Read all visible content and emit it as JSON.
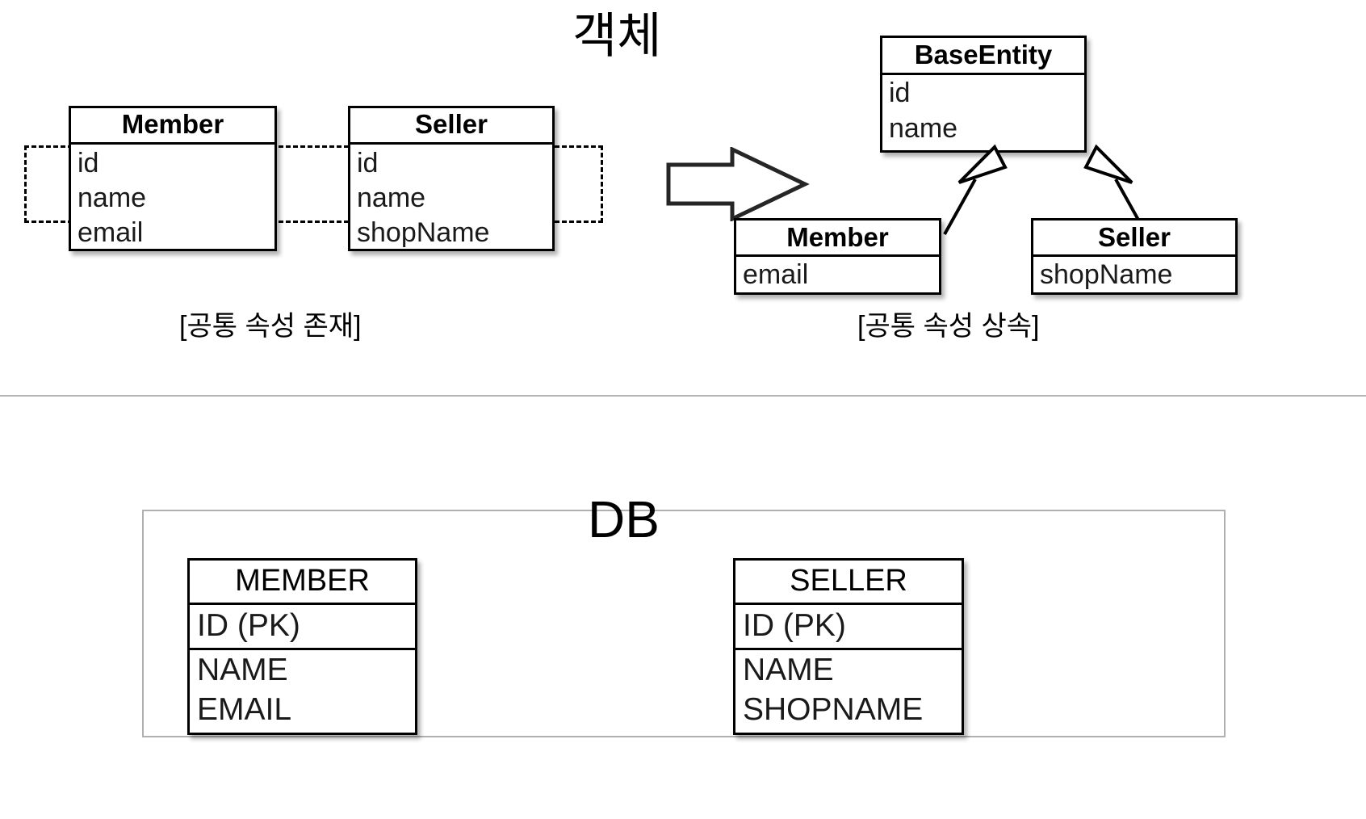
{
  "object_section": {
    "title": "객체",
    "before": {
      "caption": "[공통 속성 존재]",
      "classes": [
        {
          "name": "Member",
          "attributes": [
            "id",
            "name",
            "email"
          ]
        },
        {
          "name": "Seller",
          "attributes": [
            "id",
            "name",
            "shopName"
          ]
        }
      ],
      "highlight_note": "id, name"
    },
    "after": {
      "caption": "[공통 속성 상속]",
      "parent": {
        "name": "BaseEntity",
        "attributes": [
          "id",
          "name"
        ]
      },
      "children": [
        {
          "name": "Member",
          "attributes": [
            "email"
          ]
        },
        {
          "name": "Seller",
          "attributes": [
            "shopName"
          ]
        }
      ]
    },
    "arrow_label": "transform-arrow"
  },
  "db_section": {
    "title": "DB",
    "tables": [
      {
        "name": "MEMBER",
        "primary_key": "ID (PK)",
        "columns": [
          "NAME",
          "EMAIL"
        ]
      },
      {
        "name": "SELLER",
        "primary_key": "ID (PK)",
        "columns": [
          "NAME",
          "SHOPNAME"
        ]
      }
    ]
  },
  "colors": {
    "stroke": "#000000",
    "text": "#1a1a1a",
    "divider": "#b5b5b5",
    "container_border": "#b0b0b0",
    "background": "#ffffff"
  }
}
